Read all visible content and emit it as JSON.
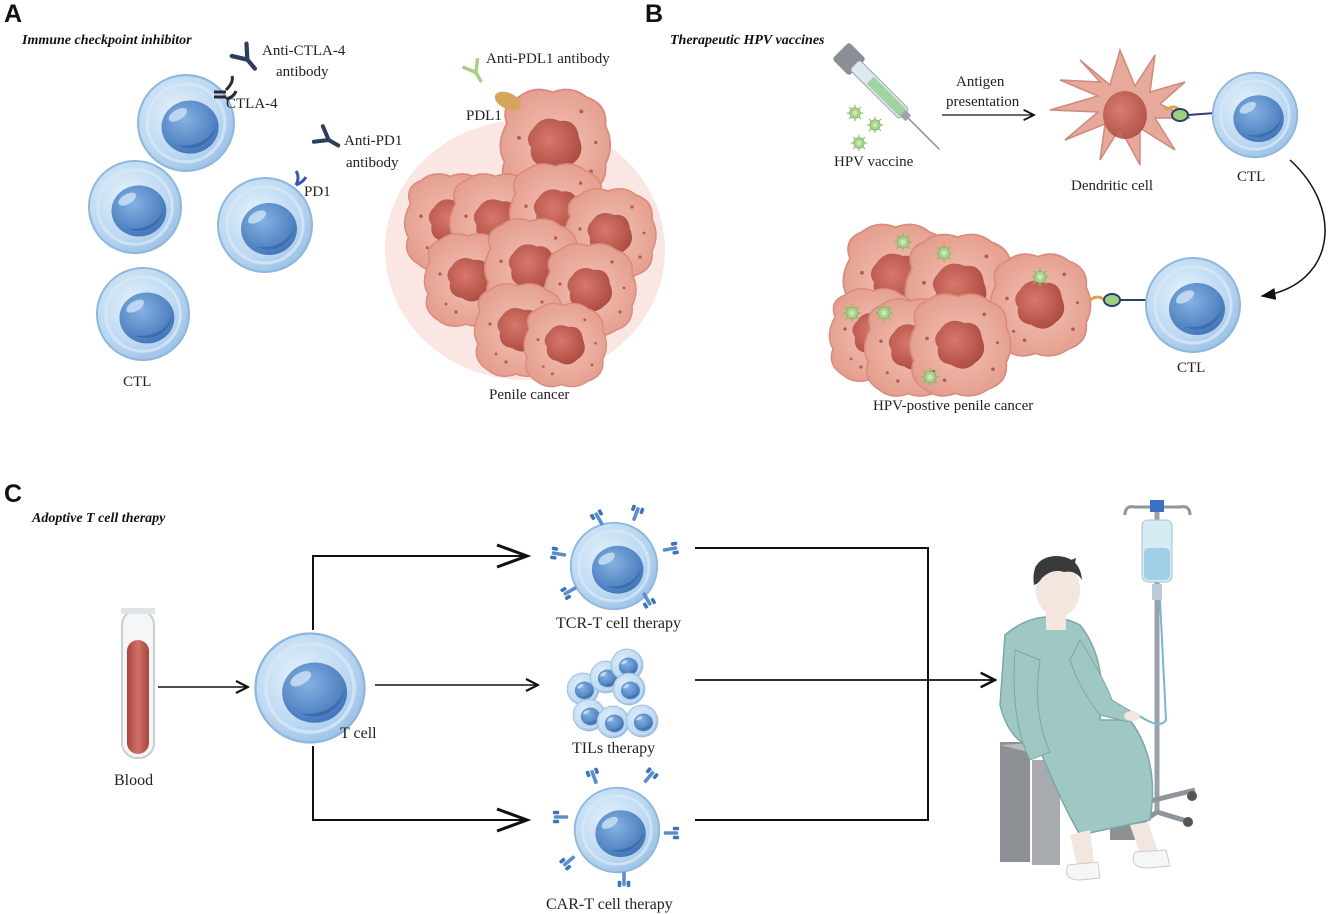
{
  "panels": {
    "A": {
      "letter": "A",
      "title": "Immune checkpoint inhibitor",
      "anti_ctla4_line1": "Anti-CTLA-4",
      "anti_ctla4_line2": "antibody",
      "ctla4": "CTLA-4",
      "anti_pd1_line1": "Anti-PD1",
      "anti_pd1_line2": "antibody",
      "pd1": "PD1",
      "anti_pdl1": "Anti-PDL1 antibody",
      "pdl1": "PDL1",
      "ctl": "CTL",
      "tumor": "Penile cancer"
    },
    "B": {
      "letter": "B",
      "title": "Therapeutic HPV vaccines",
      "antigen_line1": "Antigen",
      "antigen_line2": "presentation",
      "vaccine": "HPV vaccine",
      "dendritic": "Dendritic cell",
      "ctl_top": "CTL",
      "ctl_bottom": "CTL",
      "tumor": "HPV-postive penile cancer"
    },
    "C": {
      "letter": "C",
      "title": "Adoptive T cell therapy",
      "blood": "Blood",
      "tcell": "T cell",
      "tcr": "TCR-T cell therapy",
      "tils": "TILs  therapy",
      "cart": "CAR-T cell therapy"
    }
  },
  "colors": {
    "cell_outer": "#b5d3ef",
    "cell_nucleus": "#4b84c6",
    "tumor": "#eba89a",
    "tumor_nucleus": "#c5594c",
    "virus": "#9ccb7c",
    "blood": "#c05a52",
    "gown": "#9fc7c3",
    "arrow": "#111111"
  },
  "icons": [
    "ctl-cell-icon",
    "antibody-icon",
    "tumor-cell-icon",
    "syringe-icon",
    "virus-icon",
    "dendritic-cell-icon",
    "blood-tube-icon",
    "patient-icon",
    "iv-drip-icon"
  ]
}
